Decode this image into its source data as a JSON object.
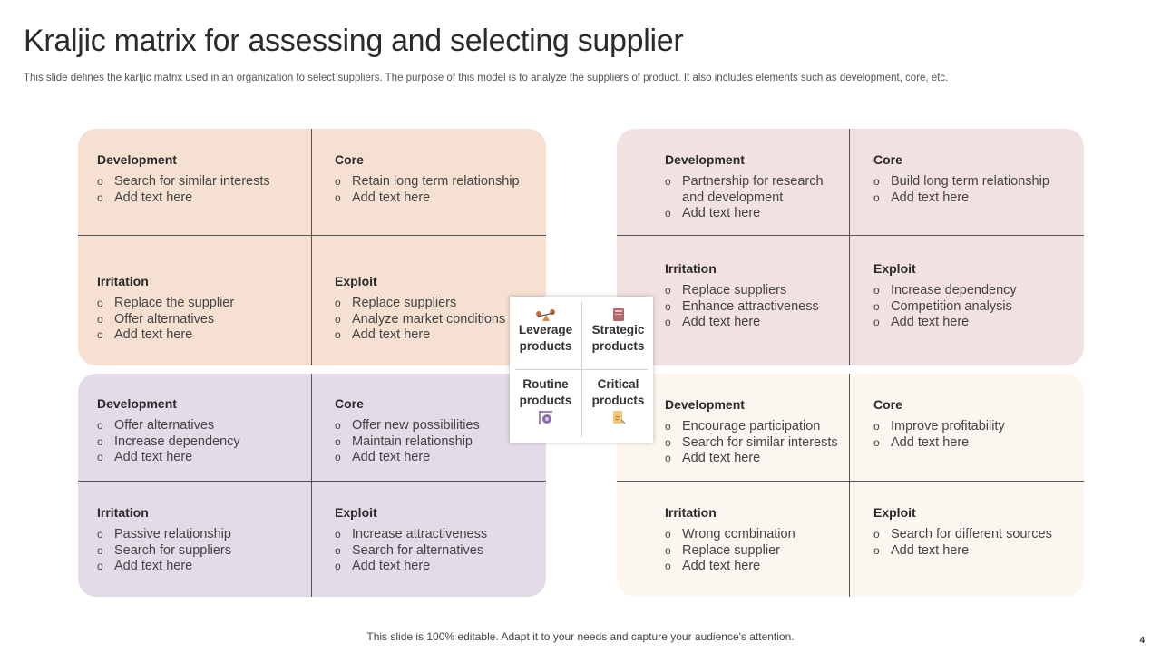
{
  "title": "Kraljic matrix for assessing and selecting supplier",
  "subtitle": "This slide defines the karljic matrix used in an organization to select suppliers. The purpose of this model is to analyze the suppliers of product. It also includes elements such as development, core, etc.",
  "quadrants": {
    "top_left": {
      "development": {
        "heading": "Development",
        "items": [
          "Search for similar interests",
          "Add text here"
        ]
      },
      "core": {
        "heading": "Core",
        "items": [
          "Retain long term relationship",
          "Add text here"
        ]
      },
      "irritation": {
        "heading": "Irritation",
        "items": [
          "Replace the supplier",
          "Offer alternatives",
          "Add text here"
        ]
      },
      "exploit": {
        "heading": "Exploit",
        "items": [
          "Replace suppliers",
          "Analyze market conditions",
          "Add text here"
        ]
      }
    },
    "top_right": {
      "development": {
        "heading": "Development",
        "items": [
          "Partnership for research",
          "and development",
          "Add text here"
        ]
      },
      "core": {
        "heading": "Core",
        "items": [
          "Build long term relationship",
          "Add text here"
        ]
      },
      "irritation": {
        "heading": "Irritation",
        "items": [
          "Replace suppliers",
          "Enhance attractiveness",
          "Add text here"
        ]
      },
      "exploit": {
        "heading": "Exploit",
        "items": [
          "Increase dependency",
          "Competition analysis",
          "Add text here"
        ]
      }
    },
    "bottom_left": {
      "development": {
        "heading": "Development",
        "items": [
          "Offer alternatives",
          "Increase dependency",
          "Add text here"
        ]
      },
      "core": {
        "heading": "Core",
        "items": [
          "Offer new possibilities",
          "Maintain relationship",
          "Add text here"
        ]
      },
      "irritation": {
        "heading": "Irritation",
        "items": [
          "Passive relationship",
          "Search for suppliers",
          "Add text here"
        ]
      },
      "exploit": {
        "heading": "Exploit",
        "items": [
          "Increase attractiveness",
          "Search for alternatives",
          "Add text here"
        ]
      }
    },
    "bottom_right": {
      "development": {
        "heading": "Development",
        "items": [
          "Encourage participation",
          "Search for similar interests",
          "Add text here"
        ]
      },
      "core": {
        "heading": "Core",
        "items": [
          "Improve profitability",
          "Add text here"
        ]
      },
      "irritation": {
        "heading": "Irritation",
        "items": [
          "Wrong combination",
          "Replace supplier",
          "Add text here"
        ]
      },
      "exploit": {
        "heading": "Exploit",
        "items": [
          "Search for different sources",
          "Add text here"
        ]
      }
    }
  },
  "center": {
    "leverage": {
      "line1": "Leverage",
      "line2": "products",
      "icon": "scale-icon"
    },
    "strategic": {
      "line1": "Strategic",
      "line2": "products",
      "icon": "book-icon"
    },
    "routine": {
      "line1": "Routine",
      "line2": "products",
      "icon": "clock-icon"
    },
    "critical": {
      "line1": "Critical",
      "line2": "products",
      "icon": "document-icon"
    }
  },
  "colors": {
    "top_left": "#f6e0d2",
    "top_right": "#f2e1e1",
    "bottom_left": "#e4dbe8",
    "bottom_right": "#fcf6f0"
  },
  "footer": "This slide is 100% editable. Adapt it to your needs and capture your audience's attention.",
  "page_number": "4"
}
